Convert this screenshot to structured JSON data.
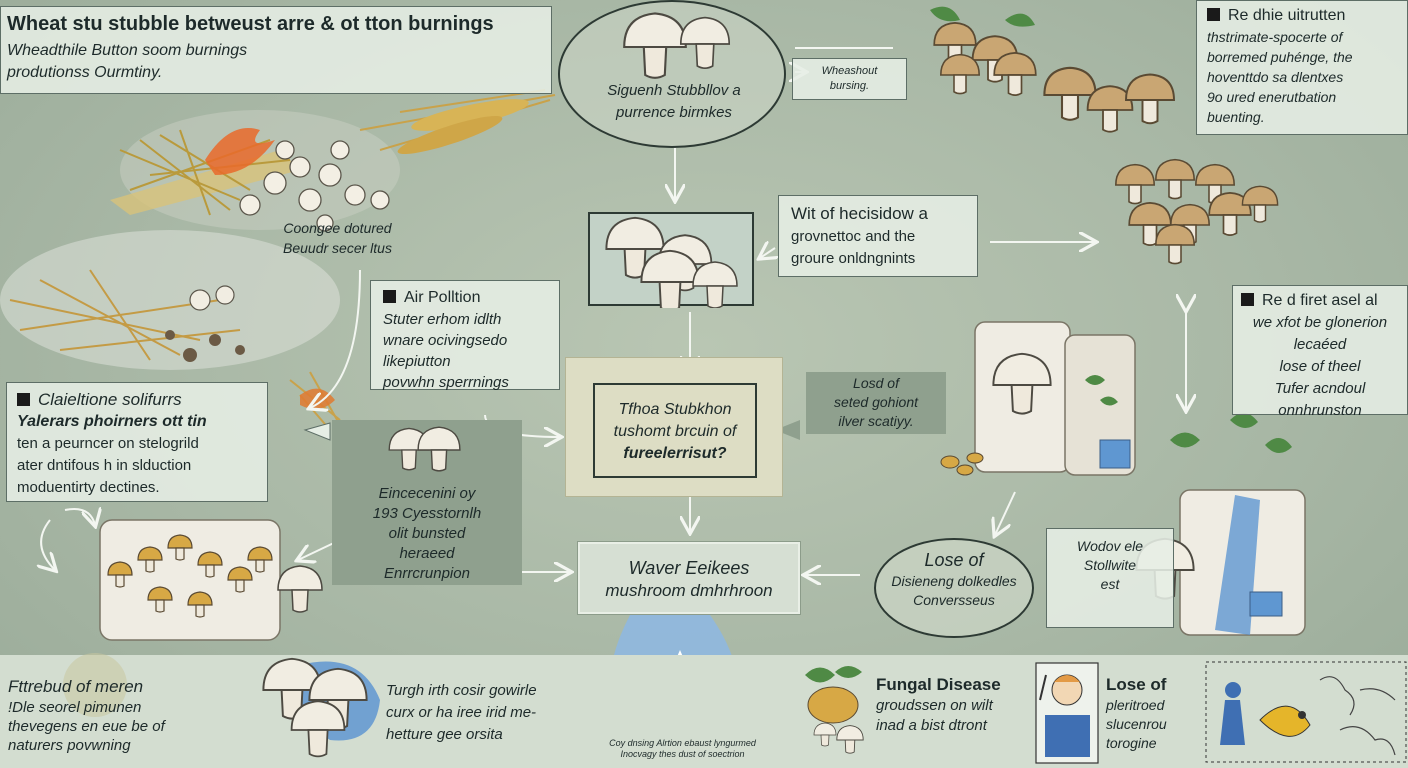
{
  "header": {
    "title": "Wheat stu stubble betweust arre & ot tton burnings",
    "subtitle_lines": [
      "Wheadthile Button soom burnings",
      "produtionss Ourmtiny."
    ]
  },
  "top_left_caption": [
    "Coongee dotured",
    "Beuudr secer ltus"
  ],
  "ellipse_top": [
    "Siguenh Stubbllov a",
    "purrence birmkes"
  ],
  "small_note_top": [
    "Wheashout",
    "bursing."
  ],
  "top_right_box": {
    "title": "Re dhie uitrutten",
    "lines": [
      "thstrimate-spocerte of",
      "borremed puhénge, the",
      "hoventtdo sa dlentxes",
      "9o ured enerutbation",
      "buenting."
    ]
  },
  "mid_center_box": [
    "Wit of hecisidow a",
    "grovnettoc and the",
    "groure onldngnints"
  ],
  "air_pollution": {
    "title": "Air Polltion",
    "lines": [
      "Stuter erhom idlth",
      "wnare ocivingsedo",
      "likepiutton",
      "povwhn sperrnings"
    ]
  },
  "left_box": {
    "title": "Claieltione solifurrs",
    "lines": [
      "Yalerars phoirners ott tin",
      "ten a peurncer on stelogrild",
      "ater dntifous h in slduction",
      "moduentirty dectines."
    ]
  },
  "center_box": [
    "Tfhoa Stubkhon",
    "tushomt brcuin of",
    "fureelerrisut?"
  ],
  "center_right_note": [
    "Losd of",
    "seted gohiont",
    "ilver scatiyy."
  ],
  "right_box": {
    "title": "Re d firet asel al",
    "lines": [
      "we xfot be glonerion",
      "lecaéed",
      "lose of theel",
      "Tufer acndoul",
      "onnhrunston"
    ]
  },
  "dark_left_box": [
    "Eincecenini oy",
    "193 Cyesstornlh",
    "olit bunsted",
    "heraeed",
    "Enrrcrunpion"
  ],
  "waver_box": [
    "Waver Eeikees",
    "mushroom dmhrhroon"
  ],
  "lose_ellipse": [
    "Lose of",
    "Disieneng dolkedles",
    "Conversseus"
  ],
  "right_bottom_note": [
    "Wodov ele",
    "Stollwite",
    "est"
  ],
  "bottom": {
    "col1": [
      "Fttrebud of meren",
      "!Dle seorel pimunen",
      "thevegens en eue be of",
      "naturers povwning"
    ],
    "col2": [
      "Turgh irth cosir gowirle",
      "curx or ha iree irid me-",
      "hetture gee orsita"
    ],
    "col3": [
      "Coy dnsing Alrtion ebaust lyngurmed",
      "Inocvagy thes dust of soectrion"
    ],
    "fungal": [
      "Fungal Disease",
      "groudssen on wilt",
      "inad a bist dtront"
    ],
    "lose": [
      "Lose of",
      "pleritroed",
      "slucenrou",
      "torogine"
    ]
  },
  "colors": {
    "background": "#a9b8a6",
    "box_fill": "#e6eee5",
    "dark_box": "#8fa08e",
    "mushroom_cap": "#f1ede2",
    "brown_cap": "#c9a673",
    "water": "#5f97d1"
  }
}
